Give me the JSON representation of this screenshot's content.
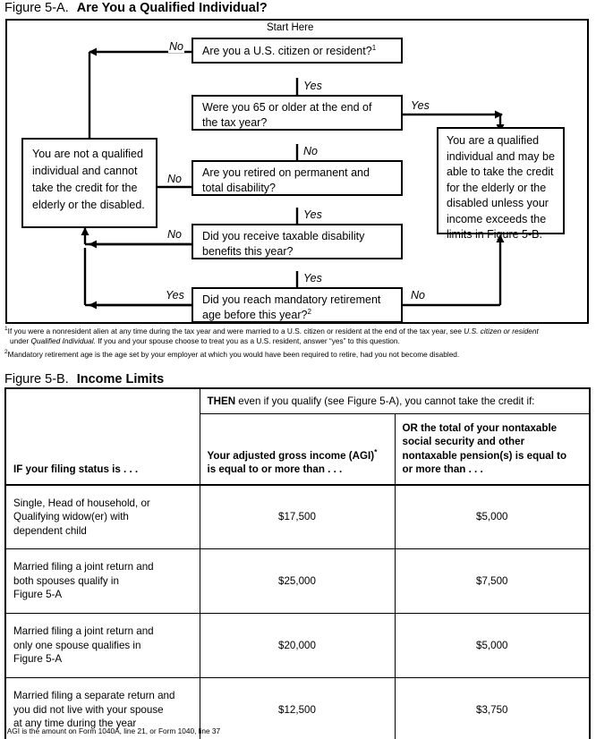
{
  "figure_a": {
    "caption_number": "Figure 5-A.",
    "caption_title": "Are You a Qualified Individual?",
    "start_label": "Start Here",
    "nodes": {
      "q1": "Are you a U.S. citizen or resident?",
      "q1_footnote_marker": "1",
      "q2_line1": "Were you 65 or older at the end of",
      "q2_line2": "the tax year?",
      "q3_line1": "Are you retired on permanent and",
      "q3_line2": "total disability?",
      "q4_line1": "Did you receive taxable disability",
      "q4_line2": "benefits this year?",
      "q5_line1": "Did you reach mandatory retirement",
      "q5_line2": "age before this year?",
      "q5_footnote_marker": "2",
      "not_qualified": "You are not a qualified individual and cannot take the credit for the elderly or the disabled.",
      "qualified": "You are a qualified individual and may be able to take the credit for the elderly or the disabled unless your income exceeds the limits in Figure 5-B."
    },
    "edge_labels": {
      "q1_no": "No",
      "q1_yes": "Yes",
      "q2_yes": "Yes",
      "q2_no": "No",
      "q3_no": "No",
      "q3_yes": "Yes",
      "q4_no": "No",
      "q4_yes": "Yes",
      "q5_yes": "Yes",
      "q5_no": "No"
    },
    "footnotes": [
      {
        "marker": "1",
        "line1_a": "If you were a nonresident alien at any time during the tax year and were married to a U.S. citizen or resident at the end of the tax year, see ",
        "line1_italic": "U.S. citizen or resident",
        "line2_a": "under ",
        "line2_italic": "Qualified Individual.",
        "line2_b": " If you and your spouse choose to treat you as a U.S. resident, answer “yes” to this question."
      },
      {
        "marker": "2",
        "text": "Mandatory retirement age is the age set by your employer at which you would have been required to retire, had you not become disabled."
      }
    ]
  },
  "figure_b": {
    "caption_number": "Figure 5-B.",
    "caption_title": "Income Limits",
    "header": {
      "col1": "IF your filing status is . . .",
      "span_bold": "THEN",
      "span_rest": " even if you qualify (see Figure 5-A), you cannot take the credit if:",
      "col2_line1": "Your adjusted gross income (AGI)",
      "col2_star": "*",
      "col2_line2": "is equal to or more than . . .",
      "col3_line1": "OR the total of your nontaxable",
      "col3_line2": "social security and other",
      "col3_line3": "nontaxable pension(s) is equal to",
      "col3_line4": "or more than . . ."
    },
    "rows": [
      {
        "status_line1": "Single, Head of household, or",
        "status_line2": "Qualifying widow(er) with",
        "status_line3": "dependent child",
        "agi": "$17,500",
        "nontaxable": "$5,000"
      },
      {
        "status_line1": "Married filing a joint return and",
        "status_line2": "both spouses qualify in",
        "status_line3": "Figure 5-A",
        "agi": "$25,000",
        "nontaxable": "$7,500"
      },
      {
        "status_line1": "Married filing a joint return and",
        "status_line2": "only one spouse qualifies in",
        "status_line3": "Figure 5-A",
        "agi": "$20,000",
        "nontaxable": "$5,000"
      },
      {
        "status_line1": "Married filing a separate return and",
        "status_line2": "you did not live with your spouse",
        "status_line3": "at any time during the year",
        "agi": "$12,500",
        "nontaxable": "$3,750"
      }
    ],
    "note_star": "*",
    "note_text": "AGI is the amount on Form 1040A, line 21, or Form 1040, line 37"
  }
}
